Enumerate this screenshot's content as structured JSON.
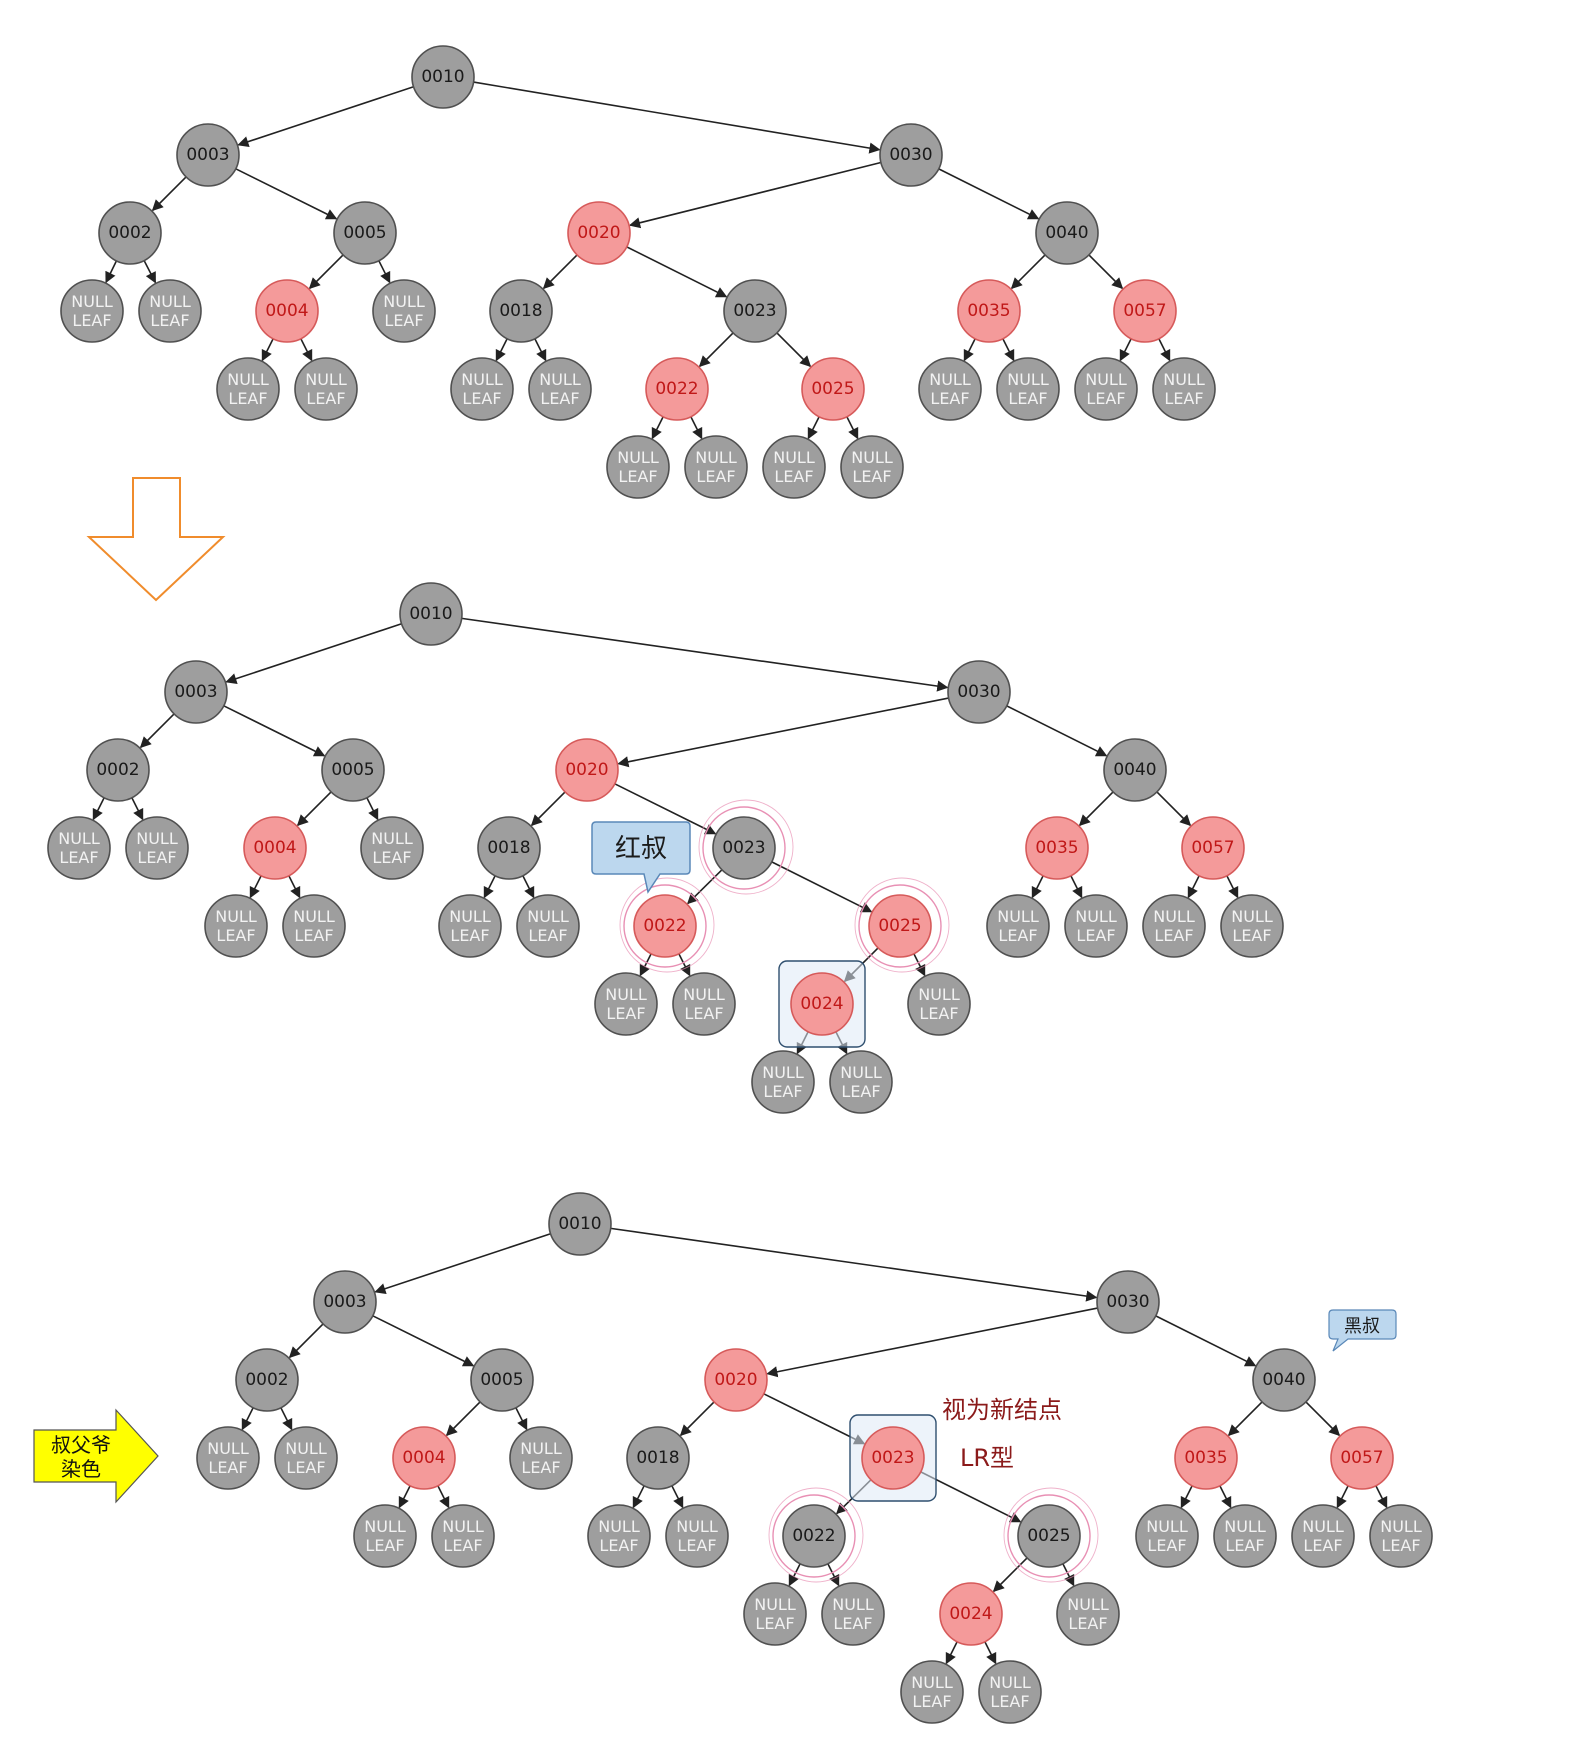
{
  "colors": {
    "black_node_fill": "#9e9e9e",
    "red_node_fill": "#f49a9a",
    "node_stroke": "#505050",
    "red_node_stroke": "#d65a5a",
    "red_text": "#c01818",
    "edge": "#222222",
    "focus_ring": "#e890b4",
    "callout_fill": "#bcd7ee",
    "callout_stroke": "#5a88b8",
    "arrow_outline": "#f08c2c",
    "recolor_arrow_fill": "#ffff00",
    "note_text": "#8b1a1a"
  },
  "leaf_label": {
    "line1": "NULL",
    "line2": "LEAF"
  },
  "trees": [
    {
      "nodes": [
        {
          "id": "0010",
          "color": "black",
          "parent": null
        },
        {
          "id": "0003",
          "color": "black",
          "parent": "0010"
        },
        {
          "id": "0030",
          "color": "black",
          "parent": "0010"
        },
        {
          "id": "0002",
          "color": "black",
          "parent": "0003"
        },
        {
          "id": "0005",
          "color": "black",
          "parent": "0003"
        },
        {
          "id": "0004",
          "color": "red",
          "parent": "0005"
        },
        {
          "id": "0020",
          "color": "red",
          "parent": "0030"
        },
        {
          "id": "0040",
          "color": "black",
          "parent": "0030"
        },
        {
          "id": "0018",
          "color": "black",
          "parent": "0020"
        },
        {
          "id": "0023",
          "color": "black",
          "parent": "0020"
        },
        {
          "id": "0022",
          "color": "red",
          "parent": "0023"
        },
        {
          "id": "0025",
          "color": "red",
          "parent": "0023"
        },
        {
          "id": "0035",
          "color": "red",
          "parent": "0040"
        },
        {
          "id": "0057",
          "color": "red",
          "parent": "0040"
        }
      ],
      "leaves": [
        {
          "parent": "0002"
        },
        {
          "parent": "0002"
        },
        {
          "parent": "0005"
        },
        {
          "parent": "0004"
        },
        {
          "parent": "0004"
        },
        {
          "parent": "0018"
        },
        {
          "parent": "0018"
        },
        {
          "parent": "0022"
        },
        {
          "parent": "0022"
        },
        {
          "parent": "0025"
        },
        {
          "parent": "0025"
        },
        {
          "parent": "0035"
        },
        {
          "parent": "0035"
        },
        {
          "parent": "0057"
        },
        {
          "parent": "0057"
        }
      ],
      "highlights": [],
      "boxes": []
    },
    {
      "nodes": [
        {
          "id": "0010",
          "color": "black",
          "parent": null
        },
        {
          "id": "0003",
          "color": "black",
          "parent": "0010"
        },
        {
          "id": "0030",
          "color": "black",
          "parent": "0010"
        },
        {
          "id": "0002",
          "color": "black",
          "parent": "0003"
        },
        {
          "id": "0005",
          "color": "black",
          "parent": "0003"
        },
        {
          "id": "0004",
          "color": "red",
          "parent": "0005"
        },
        {
          "id": "0020",
          "color": "red",
          "parent": "0030"
        },
        {
          "id": "0040",
          "color": "black",
          "parent": "0030"
        },
        {
          "id": "0018",
          "color": "black",
          "parent": "0020"
        },
        {
          "id": "0023",
          "color": "black",
          "parent": "0020"
        },
        {
          "id": "0022",
          "color": "red",
          "parent": "0023"
        },
        {
          "id": "0025",
          "color": "red",
          "parent": "0023"
        },
        {
          "id": "0024",
          "color": "red",
          "parent": "0025"
        },
        {
          "id": "0035",
          "color": "red",
          "parent": "0040"
        },
        {
          "id": "0057",
          "color": "red",
          "parent": "0040"
        }
      ],
      "leaves": [
        {
          "parent": "0002"
        },
        {
          "parent": "0002"
        },
        {
          "parent": "0005"
        },
        {
          "parent": "0004"
        },
        {
          "parent": "0004"
        },
        {
          "parent": "0018"
        },
        {
          "parent": "0018"
        },
        {
          "parent": "0022"
        },
        {
          "parent": "0022"
        },
        {
          "parent": "0025"
        },
        {
          "parent": "0024"
        },
        {
          "parent": "0024"
        },
        {
          "parent": "0035"
        },
        {
          "parent": "0035"
        },
        {
          "parent": "0057"
        },
        {
          "parent": "0057"
        }
      ],
      "highlights": [
        "0023",
        "0022",
        "0025"
      ],
      "boxes": [
        "0024"
      ]
    },
    {
      "nodes": [
        {
          "id": "0010",
          "color": "black",
          "parent": null
        },
        {
          "id": "0003",
          "color": "black",
          "parent": "0010"
        },
        {
          "id": "0030",
          "color": "black",
          "parent": "0010"
        },
        {
          "id": "0002",
          "color": "black",
          "parent": "0003"
        },
        {
          "id": "0005",
          "color": "black",
          "parent": "0003"
        },
        {
          "id": "0004",
          "color": "red",
          "parent": "0005"
        },
        {
          "id": "0020",
          "color": "red",
          "parent": "0030"
        },
        {
          "id": "0040",
          "color": "black",
          "parent": "0030"
        },
        {
          "id": "0018",
          "color": "black",
          "parent": "0020"
        },
        {
          "id": "0023",
          "color": "red",
          "parent": "0020"
        },
        {
          "id": "0022",
          "color": "black",
          "parent": "0023"
        },
        {
          "id": "0025",
          "color": "black",
          "parent": "0023"
        },
        {
          "id": "0024",
          "color": "red",
          "parent": "0025"
        },
        {
          "id": "0035",
          "color": "red",
          "parent": "0040"
        },
        {
          "id": "0057",
          "color": "red",
          "parent": "0040"
        }
      ],
      "leaves": [
        {
          "parent": "0002"
        },
        {
          "parent": "0002"
        },
        {
          "parent": "0005"
        },
        {
          "parent": "0004"
        },
        {
          "parent": "0004"
        },
        {
          "parent": "0018"
        },
        {
          "parent": "0018"
        },
        {
          "parent": "0022"
        },
        {
          "parent": "0022"
        },
        {
          "parent": "0025"
        },
        {
          "parent": "0024"
        },
        {
          "parent": "0024"
        },
        {
          "parent": "0035"
        },
        {
          "parent": "0035"
        },
        {
          "parent": "0057"
        },
        {
          "parent": "0057"
        }
      ],
      "highlights": [
        "0022",
        "0025"
      ],
      "boxes": [
        "0023"
      ]
    }
  ],
  "annotations": {
    "red_uncle": "红叔",
    "black_uncle": "黑叔",
    "recolor_line1": "叔父爷",
    "recolor_line2": "染色",
    "as_new_node": "视为新结点",
    "lr_type": "LR型"
  }
}
